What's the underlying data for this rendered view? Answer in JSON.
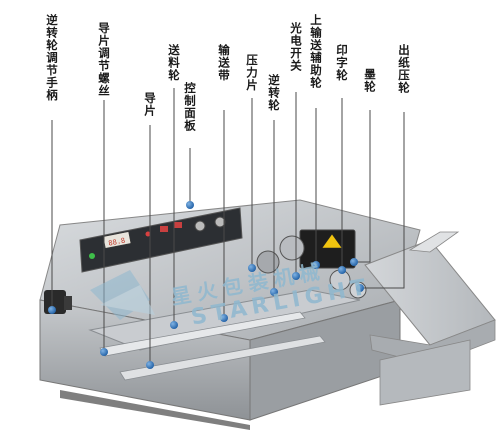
{
  "labels": {
    "handwheel": "逆转轮调节手柄",
    "guide_screw": "导片调节螺丝",
    "guide": "导片",
    "feed_wheel": "送料轮",
    "control_panel": "控制面板",
    "conveyor_belt": "输送带",
    "pressure_plate": "压力片",
    "reverse_wheel": "逆转轮",
    "photo_switch": "光电开关",
    "aux_conveyor_wheel": "上输送辅助轮",
    "print_wheel": "印字轮",
    "ink_wheel": "墨轮",
    "exit_press_wheel": "出纸压轮"
  },
  "watermark": {
    "cn": "星火包装机械",
    "en": "STARLIGHT"
  },
  "panel": {
    "display": "88.8"
  },
  "colors": {
    "callout": "#2f74b8",
    "line": "#4a4a4a",
    "watermark": "#8fb8cf"
  }
}
